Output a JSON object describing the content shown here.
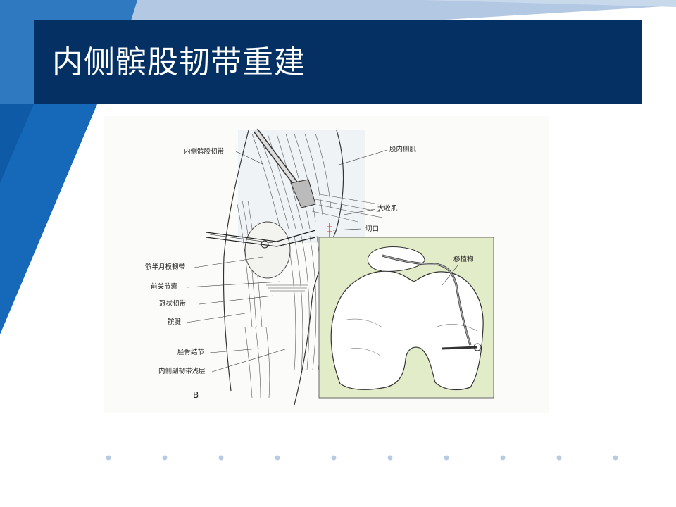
{
  "slide": {
    "title": "内侧髌股韧带重建",
    "colors": {
      "title_bg": "#053063",
      "accent_blue": "#1f63ad",
      "light_blue": "#a9c3e0",
      "inset_bg": "#e3ecc9",
      "dot_color": "#b8cbe4"
    }
  },
  "figure": {
    "labels": {
      "mpfl": "内侧髌股韧带",
      "vmo": "股内侧肌",
      "adductor": "大收肌",
      "incision": "切口",
      "meniscopatellar": "髌半月板韧带",
      "capsule": "前关节囊",
      "coronary": "冠状韧带",
      "tendon": "髌腱",
      "tubercle": "胫骨结节",
      "mcl_superficial": "内侧副韧带浅层",
      "graft": "移植物",
      "panel_letter": "B"
    }
  }
}
